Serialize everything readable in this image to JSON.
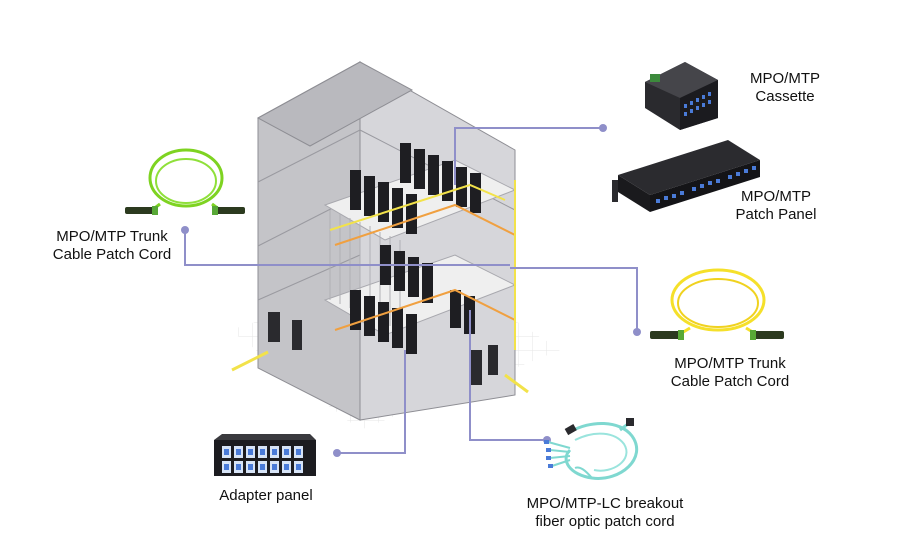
{
  "colors": {
    "connector": "#8f8fc9",
    "green_cable": "#7ed321",
    "yellow_cable": "#f5e02a",
    "aqua_cable": "#7fd8d0",
    "building": "#c9c9cc",
    "building_dark": "#9a9aa0",
    "rack": "#1e1e22",
    "port_blue": "#4a7bd8"
  },
  "labels": {
    "trunk_left": [
      "MPO/MTP Trunk",
      "Cable Patch Cord"
    ],
    "cassette": [
      "MPO/MTP",
      "Cassette"
    ],
    "patch_panel": [
      "MPO/MTP",
      "Patch Panel"
    ],
    "trunk_right": [
      "MPO/MTP Trunk",
      "Cable Patch Cord"
    ],
    "adapter_panel": [
      "Adapter panel"
    ],
    "breakout": [
      "MPO/MTP-LC breakout",
      "fiber optic patch cord"
    ]
  },
  "icons": {
    "trunk_left": "green-fiber-trunk-cable-icon",
    "cassette": "mpo-cassette-icon",
    "patch_panel": "rack-patch-panel-icon",
    "trunk_right": "yellow-fiber-trunk-cable-icon",
    "adapter_panel": "lc-adapter-panel-icon",
    "breakout": "aqua-breakout-cable-icon",
    "building": "datacenter-building-icon"
  }
}
